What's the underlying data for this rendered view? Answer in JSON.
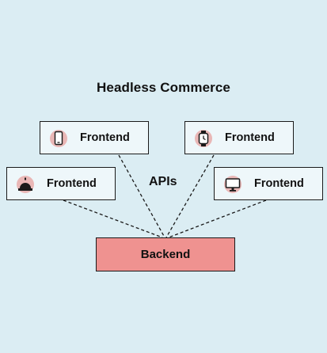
{
  "diagram": {
    "title": "Headless Commerce",
    "apis_label": "APIs",
    "backend_label": "Backend",
    "frontends": [
      {
        "label": "Frontend",
        "icon": "smartphone-icon"
      },
      {
        "label": "Frontend",
        "icon": "smartwatch-icon"
      },
      {
        "label": "Frontend",
        "icon": "service-bell-icon"
      },
      {
        "label": "Frontend",
        "icon": "desktop-monitor-icon"
      }
    ],
    "colors": {
      "background": "#dbedf3",
      "frontend_fill": "#eef7fa",
      "backend_fill": "#ef9290",
      "icon_accent": "#e9b7b6",
      "border": "#1a1a1a"
    }
  }
}
